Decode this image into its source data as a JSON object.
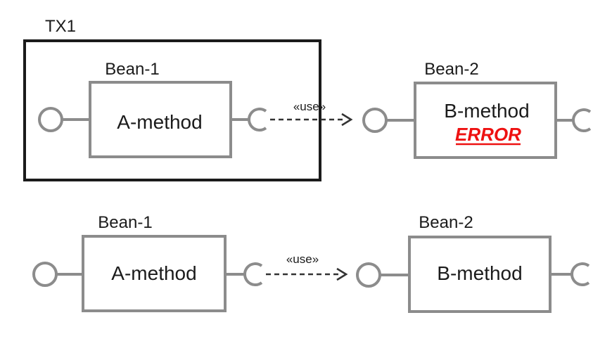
{
  "diagram": {
    "colors": {
      "ink": "#1b1b1b",
      "gray": "#8c8c8c",
      "red": "#ee1111",
      "arrow": "#333333",
      "background": "#ffffff"
    },
    "top_row": {
      "transaction_label": "TX1",
      "bean1": {
        "name": "Bean-1",
        "method": "A-method"
      },
      "dependency_stereotype": "«use»",
      "bean2": {
        "name": "Bean-2",
        "method": "B-method",
        "status": "ERROR"
      }
    },
    "bottom_row": {
      "bean1": {
        "name": "Bean-1",
        "method": "A-method"
      },
      "dependency_stereotype": "«use»",
      "bean2": {
        "name": "Bean-2",
        "method": "B-method"
      }
    }
  }
}
